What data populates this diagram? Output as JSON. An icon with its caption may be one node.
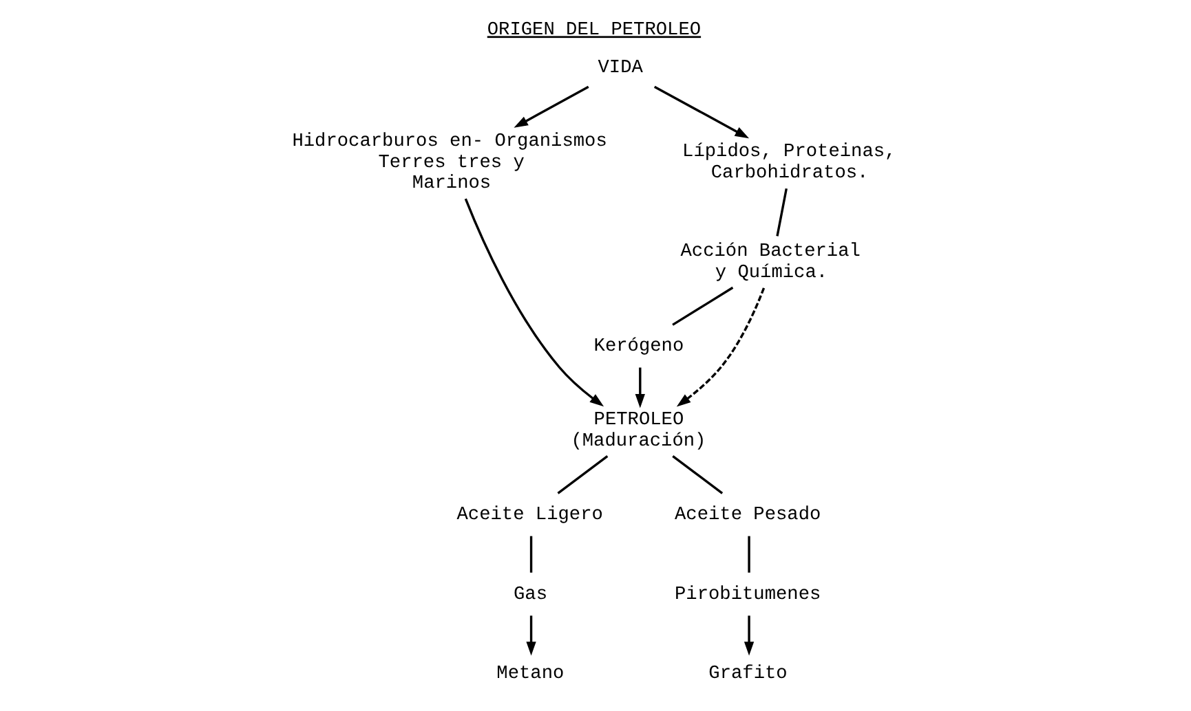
{
  "diagram": {
    "title": "ORIGEN DEL PETROLEO",
    "nodes": [
      {
        "text": [
          "VIDA"
        ]
      },
      {
        "text": [
          "Hidrocarburos en- Organismos Terres tres y Marinos"
        ]
      },
      {
        "text": [
          "Lípidos, Proteinas, Carbohidratos."
        ]
      },
      {
        "text": [
          "Acción Bacterial y Química."
        ]
      },
      {
        "text": [
          "Kerógeno"
        ]
      },
      {
        "text": [
          "PETROLEO",
          "(Maduración)"
        ]
      },
      {
        "text": [
          "Aceite Ligero"
        ]
      },
      {
        "text": [
          "Aceite Pesado"
        ]
      },
      {
        "text": [
          "Gas"
        ]
      },
      {
        "text": [
          "Pirobitumenes"
        ]
      },
      {
        "text": [
          "Metano"
        ]
      },
      {
        "text": [
          "Grafito"
        ]
      }
    ],
    "edges": [
      {
        "from": 0,
        "to": 1,
        "arrow": "to"
      },
      {
        "from": 0,
        "to": 2,
        "arrow": "to"
      },
      {
        "from": 1,
        "to": 5,
        "arrow": "to"
      },
      {
        "from": 2,
        "to": 3,
        "arrow": "none"
      },
      {
        "from": 3,
        "to": 5,
        "arrow": "to",
        "style": "dashed"
      },
      {
        "from": 3,
        "to": 4,
        "arrow": "none"
      },
      {
        "from": 4,
        "to": 5,
        "arrow": "to"
      },
      {
        "from": 5,
        "to": 6,
        "arrow": "none"
      },
      {
        "from": 5,
        "to": 7,
        "arrow": "none"
      },
      {
        "from": 6,
        "to": 8,
        "arrow": "none"
      },
      {
        "from": 8,
        "to": 10,
        "arrow": "to"
      },
      {
        "from": 7,
        "to": 9,
        "arrow": "none"
      },
      {
        "from": 9,
        "to": 11,
        "arrow": "to"
      }
    ]
  }
}
